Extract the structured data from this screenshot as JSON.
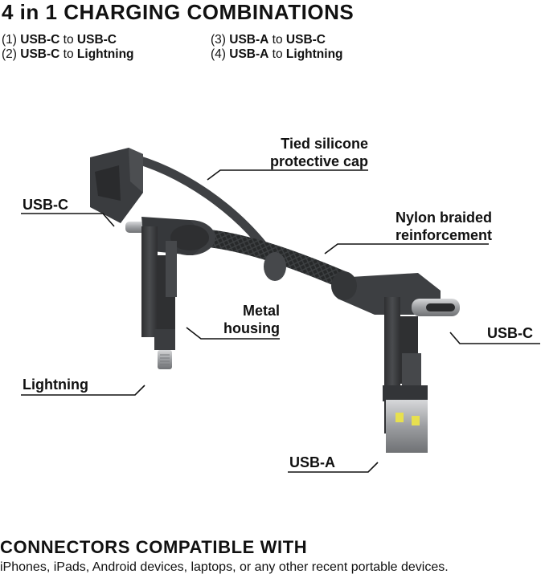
{
  "header": {
    "title": "4 in 1 CHARGING COMBINATIONS",
    "combinations": [
      {
        "num": "(1)",
        "from": "USB-C",
        "sep": "to",
        "to": "USB-C"
      },
      {
        "num": "(2)",
        "from": "USB-C",
        "sep": "to",
        "to": "Lightning"
      },
      {
        "num": "(3)",
        "from": "USB-A",
        "sep": "to",
        "to": "USB-C"
      },
      {
        "num": "(4)",
        "from": "USB-A",
        "sep": "to",
        "to": "Lightning"
      }
    ]
  },
  "diagram": {
    "labels": {
      "cap_line1": "Tied silicone",
      "cap_line2": "protective cap",
      "usbc_left": "USB-C",
      "nylon_line1": "Nylon braided",
      "nylon_line2": "reinforcement",
      "metal_line1": "Metal",
      "metal_line2": "housing",
      "usbc_right": "USB-C",
      "lightning": "Lightning",
      "usba": "USB-A"
    },
    "colors": {
      "body": "#3d3f42",
      "body_dark": "#2a2b2d",
      "body_light": "#55575a",
      "metal": "#a9abae",
      "leader_line": "#111111"
    }
  },
  "footer": {
    "title": "CONNECTORS COMPATIBLE WITH",
    "text": "iPhones, iPads, Android devices, laptops, or any other recent portable devices."
  }
}
